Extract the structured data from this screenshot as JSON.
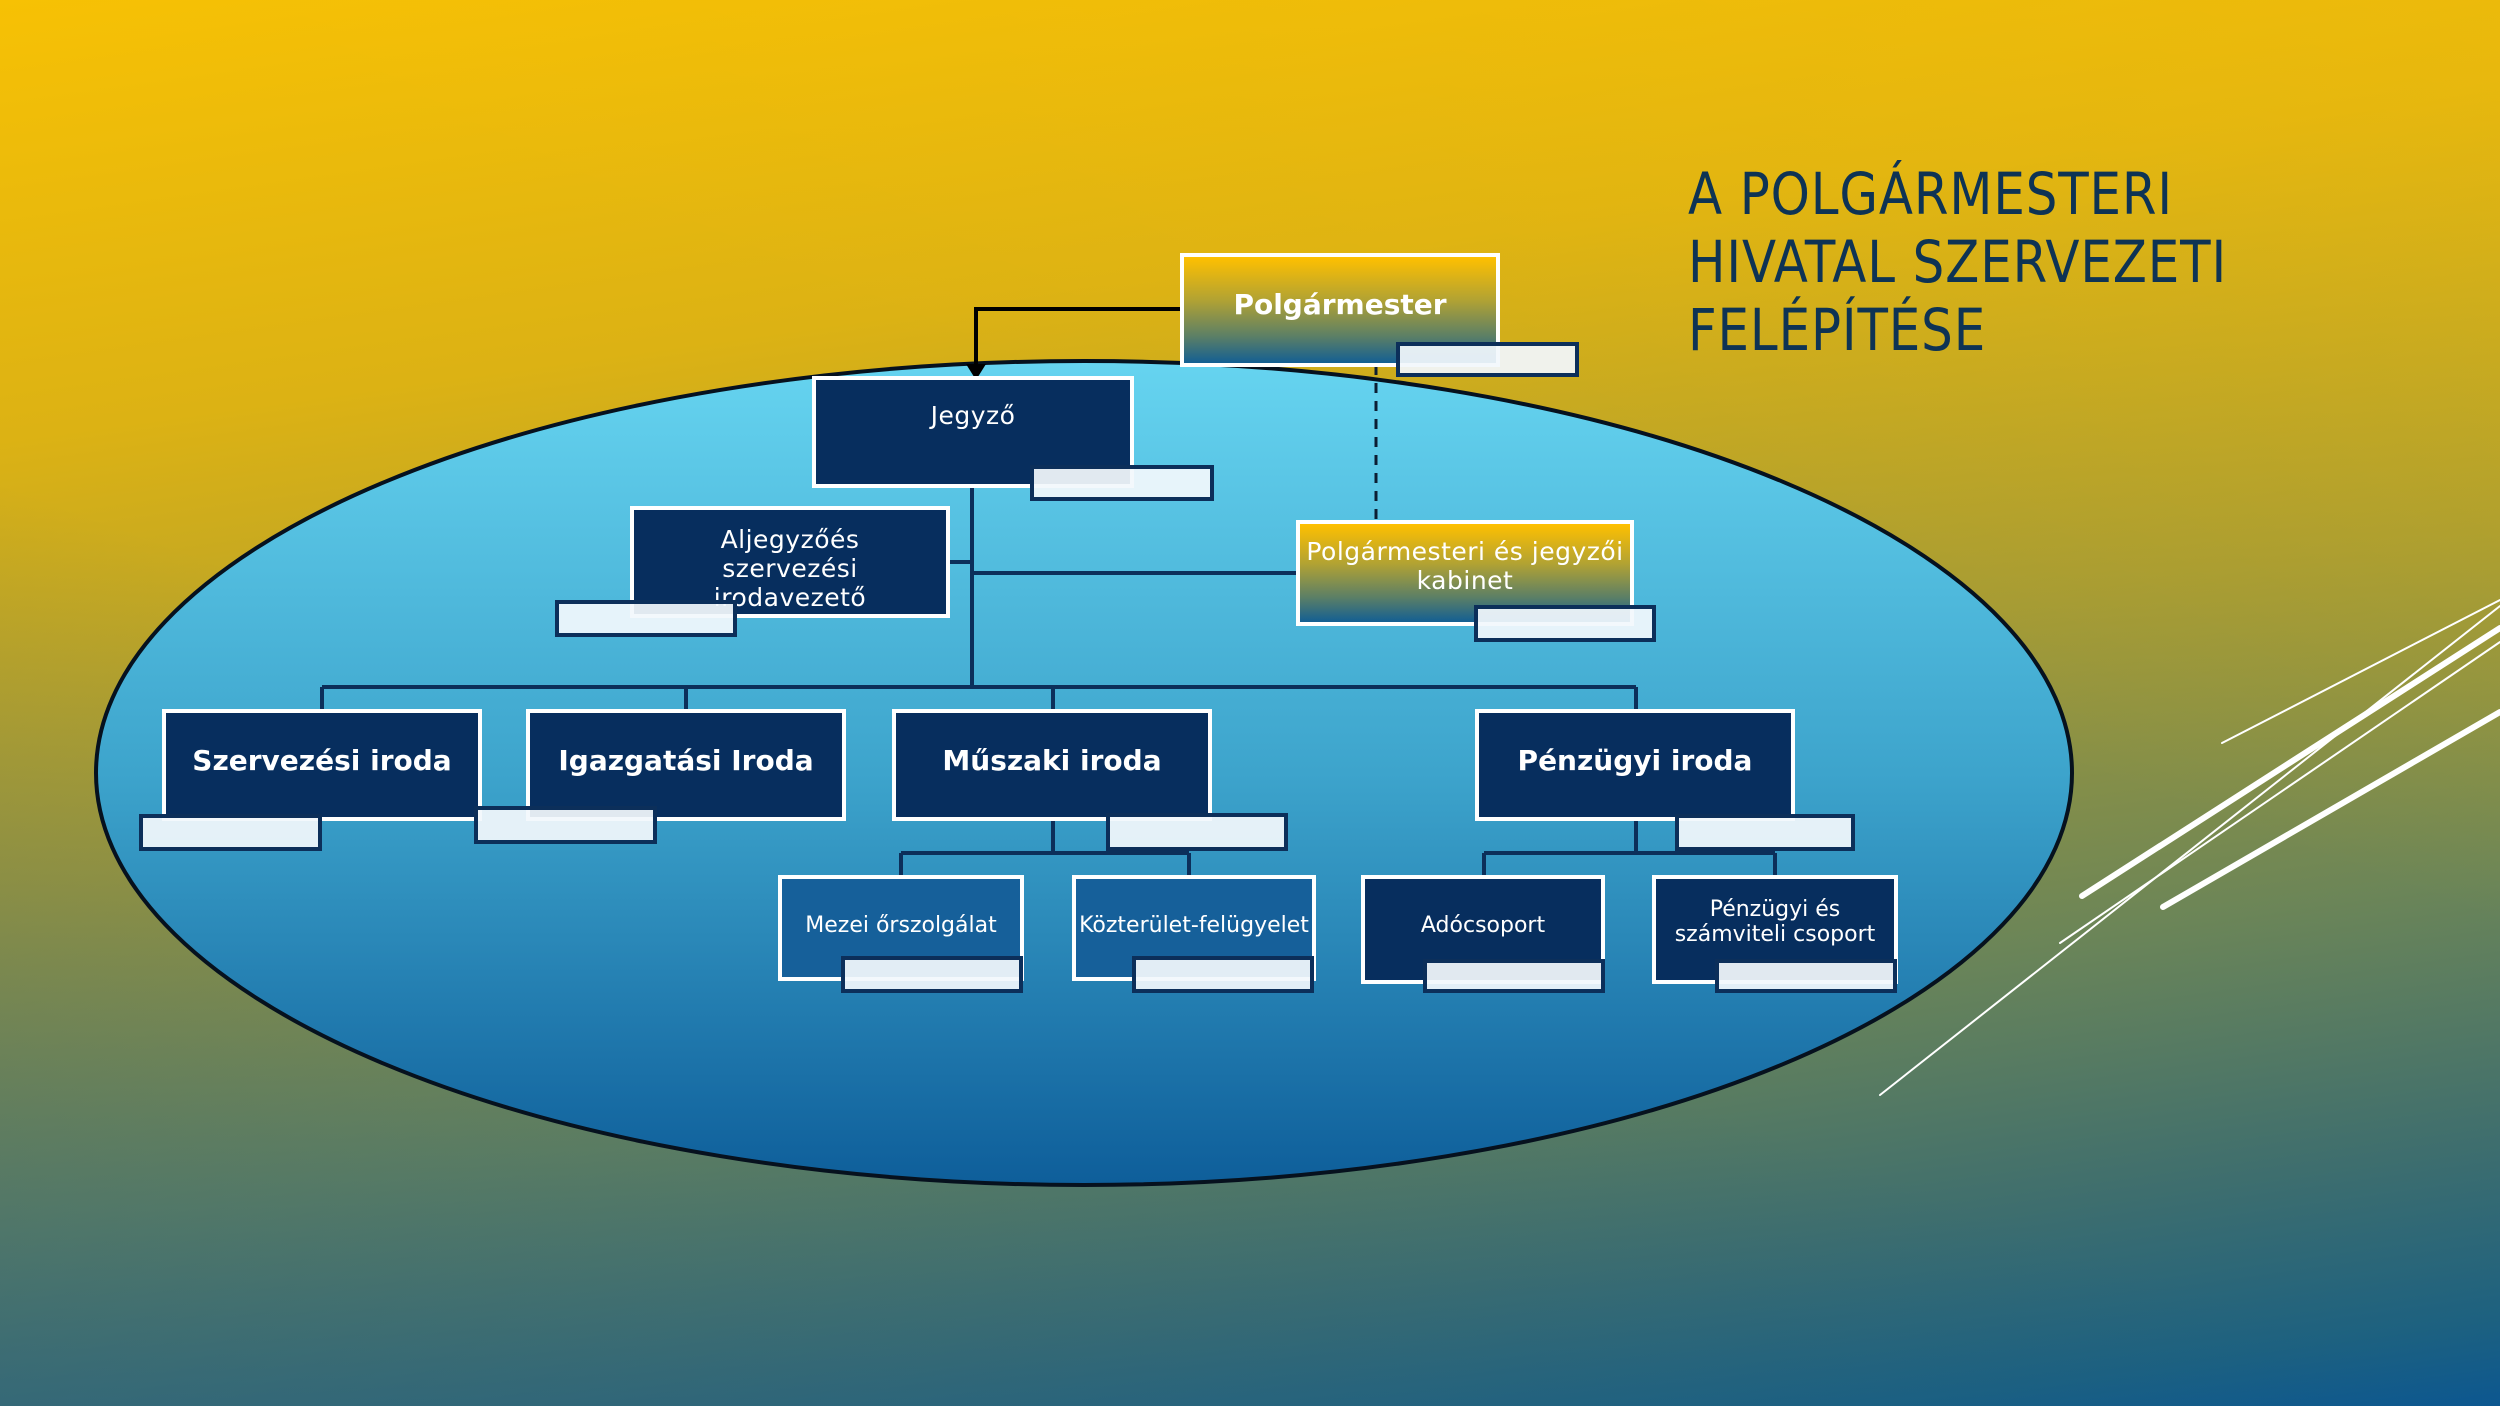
{
  "slide": {
    "title": "A POLGÁRMESTERI HIVATAL SZERVEZETI FELÉPÍTÉSE",
    "title_lines": [
      "A POLGÁRMESTERI",
      "HIVATAL SZERVEZETI",
      "FELÉPÍTÉSE"
    ]
  },
  "colors": {
    "title_text": "#0e3354",
    "box_dark": "#072e5e",
    "box_mid": "#16609a",
    "connector": "#0c2f5a",
    "ellipse_top": "#66d4f0",
    "ellipse_bottom": "#0e5e9a",
    "background_top": "#f7c104",
    "background_bottom": "#0c5790"
  },
  "org_chart": {
    "nodes": {
      "mayor": {
        "label": "Polgármester",
        "style": "gold"
      },
      "notary": {
        "label": "Jegyző",
        "style": "dark"
      },
      "deputy_notary": {
        "label": "Aljegyzőés szervezési irodavezető",
        "style": "dark"
      },
      "cabinet": {
        "label": "Polgármesteri és jegyzői kabinet",
        "style": "gold"
      },
      "office_organization": {
        "label": "Szervezési iroda",
        "style": "dark"
      },
      "office_administration": {
        "label": "Igazgatási Iroda",
        "style": "dark"
      },
      "office_technical": {
        "label": "Műszaki iroda",
        "style": "dark"
      },
      "office_finance": {
        "label": "Pénzügyi iroda",
        "style": "dark"
      },
      "field_guard": {
        "label": "Mezei őrszolgálat",
        "style": "mid"
      },
      "public_space": {
        "label": "Közterület-felügyelet",
        "style": "mid"
      },
      "tax_group": {
        "label": "Adócsoport",
        "style": "dark"
      },
      "accounting_group": {
        "label": "Pénzügyi és számviteli csoport",
        "style": "dark"
      }
    },
    "edges": [
      {
        "from": "mayor",
        "to": "notary",
        "type": "arrow"
      },
      {
        "from": "mayor",
        "to": "cabinet",
        "type": "dashed"
      },
      {
        "from": "notary",
        "to": "deputy_notary",
        "type": "solid"
      },
      {
        "from": "notary",
        "to": "cabinet",
        "type": "solid"
      },
      {
        "from": "notary",
        "to": "office_organization",
        "type": "solid"
      },
      {
        "from": "notary",
        "to": "office_administration",
        "type": "solid"
      },
      {
        "from": "notary",
        "to": "office_technical",
        "type": "solid"
      },
      {
        "from": "notary",
        "to": "office_finance",
        "type": "solid"
      },
      {
        "from": "office_technical",
        "to": "field_guard",
        "type": "solid"
      },
      {
        "from": "office_technical",
        "to": "public_space",
        "type": "solid"
      },
      {
        "from": "office_finance",
        "to": "tax_group",
        "type": "solid"
      },
      {
        "from": "office_finance",
        "to": "accounting_group",
        "type": "solid"
      }
    ]
  }
}
